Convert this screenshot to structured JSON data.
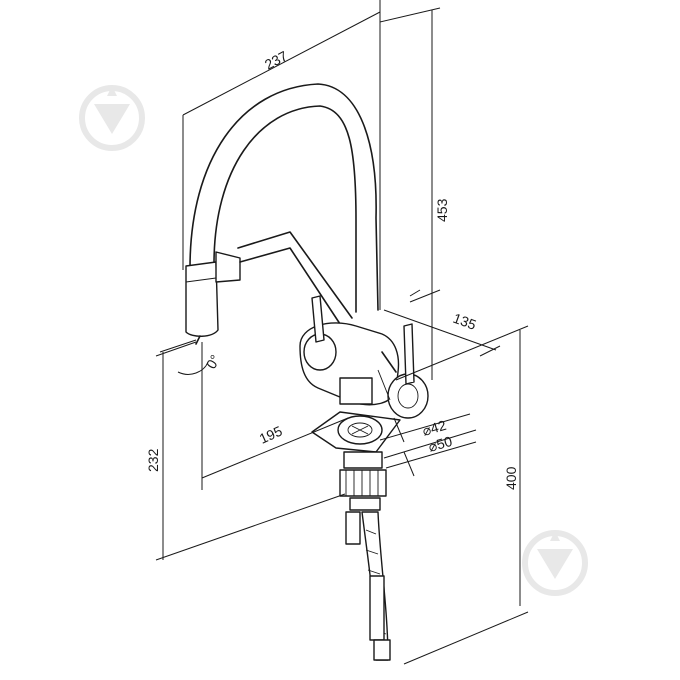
{
  "dimensions": {
    "reach": "237",
    "height_total": "453",
    "spout_offset": "135",
    "swivel_angle": "0°",
    "base_offset": "195",
    "spout_height": "232",
    "hole_diameter_1": "⌀42",
    "hole_diameter_2": "⌀50",
    "hose_length": "400"
  },
  "colors": {
    "line": "#1a1a1a",
    "watermark": "#e8e8e8"
  }
}
